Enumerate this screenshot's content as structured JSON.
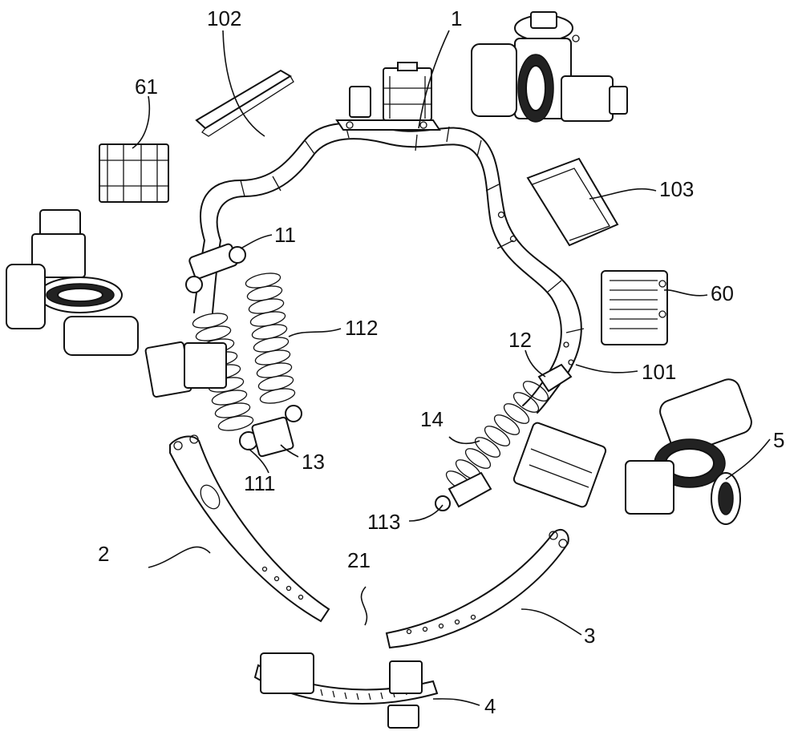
{
  "labels": {
    "l1": "1",
    "l2": "2",
    "l3": "3",
    "l4": "4",
    "l5": "5",
    "l11": "11",
    "l12": "12",
    "l13": "13",
    "l14": "14",
    "l21": "21",
    "l60": "60",
    "l61": "61",
    "l101": "101",
    "l102": "102",
    "l103": "103",
    "l111": "111",
    "l112": "112",
    "l113": "113"
  }
}
